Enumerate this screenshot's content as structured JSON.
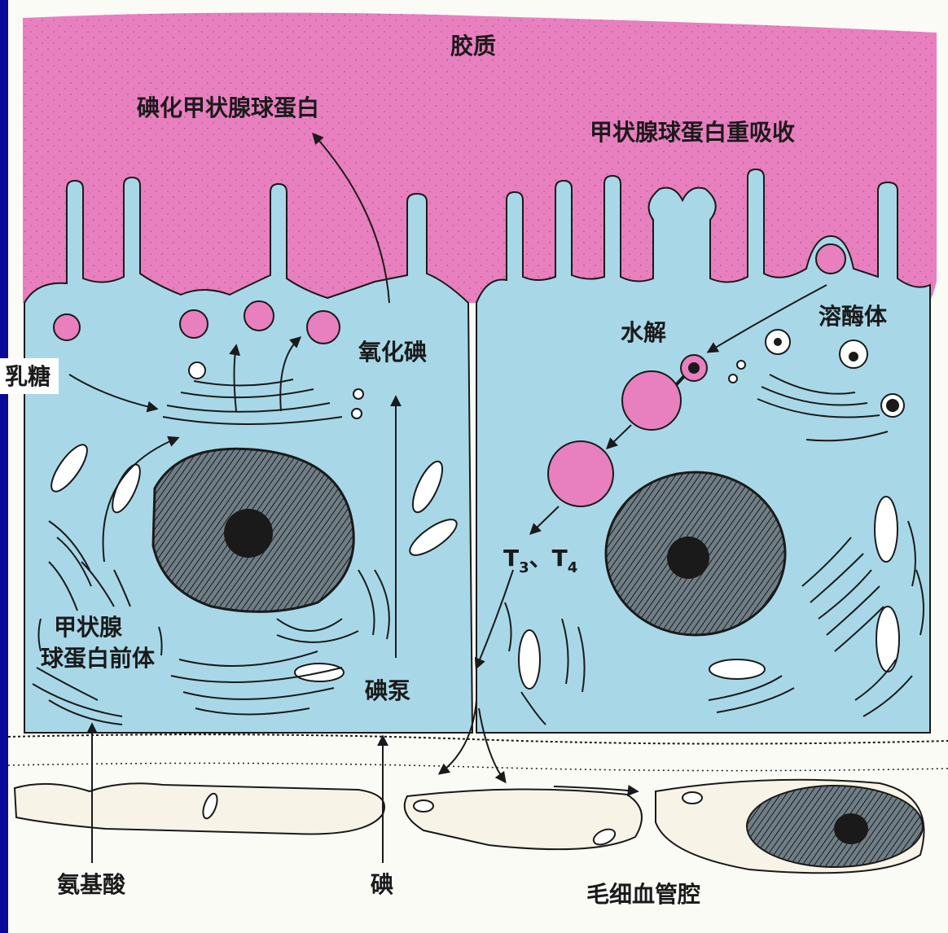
{
  "labels": {
    "colloid": "胶质",
    "iodinated_thyroglobulin": "碘化甲状腺球蛋白",
    "thyroglobulin_reabsorption": "甲状腺球蛋白重吸收",
    "lactose": "乳糖",
    "oxidized_iodine": "氧化碘",
    "hydrolysis": "水解",
    "lysosome": "溶酶体",
    "t3": "T",
    "t3_sub": "3",
    "sep": "、",
    "t4": "T",
    "t4_sub": "4",
    "precursor_line1": "甲状腺",
    "precursor_line2": "球蛋白前体",
    "iodide_pump": "碘泵",
    "amino_acid": "氨基酸",
    "iodine": "碘",
    "capillary_lumen": "毛细血管腔"
  },
  "colors": {
    "colloid": "#e87fbf",
    "cell": "#a8d8e8",
    "background": "#0a0a9a",
    "paper": "#fbfbf6"
  }
}
